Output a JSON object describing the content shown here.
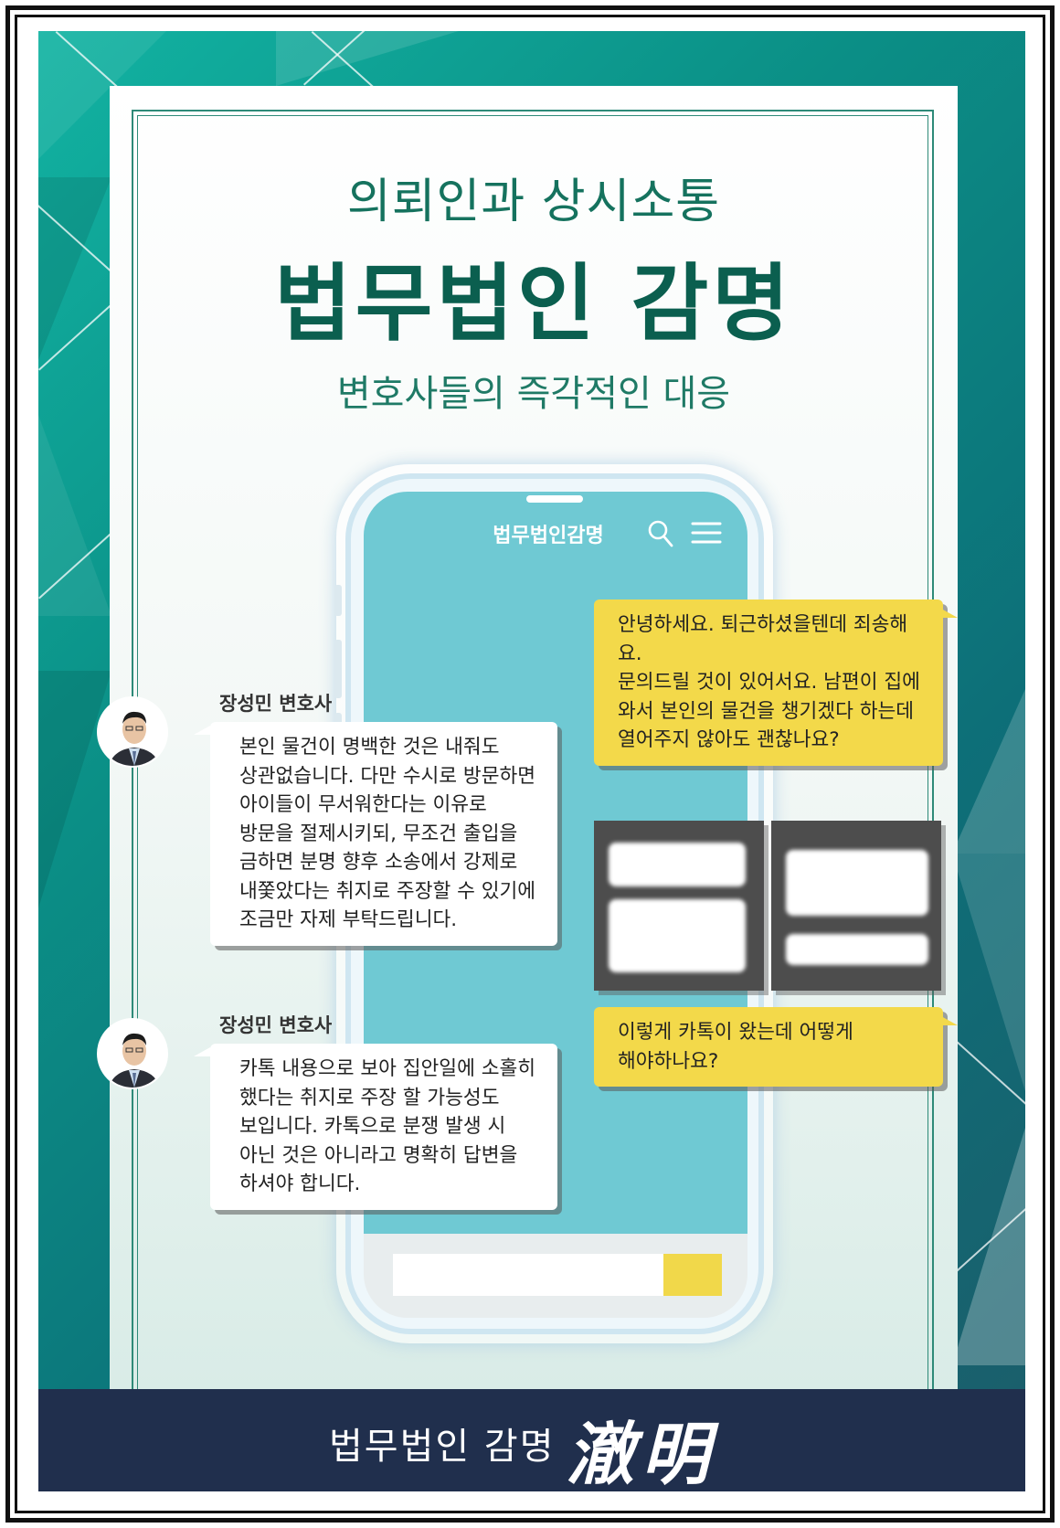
{
  "header": {
    "line1": "의뢰인과 상시소통",
    "line2": "법무법인 감명",
    "line3": "변호사들의 즉각적인 대응"
  },
  "phone": {
    "app_title": "법무법인감명",
    "icons": [
      "search-icon",
      "menu-icon"
    ]
  },
  "chat": {
    "client_message_1": [
      "안녕하세요. 퇴근하셨을텐데 죄송해요.",
      "문의드릴 것이 있어서요. 남편이 집에",
      "와서 본인의 물건을 챙기겠다 하는데",
      "열어주지 않아도 괜찮나요?"
    ],
    "lawyer_name_1": "장성민 변호사",
    "lawyer_reply_1": [
      "본인 물건이 명백한 것은 내줘도",
      "상관없습니다. 다만 수시로 방문하면",
      "아이들이 무서워한다는 이유로",
      "방문을 절제시키되, 무조건 출입을",
      "금하면 분명 향후 소송에서 강제로",
      "내쫓았다는 취지로 주장할 수 있기에",
      "조금만 자제 부탁드립니다."
    ],
    "client_message_2": [
      "이렇게 카톡이 왔는데 어떻게",
      "해야하나요?"
    ],
    "lawyer_name_2": "장성민 변호사",
    "lawyer_reply_2": [
      "카톡 내용으로 보아 집안일에 소홀히",
      "했다는 취지로 주장 할 가능성도",
      "보입니다. 카톡으로 분쟁 발생 시",
      "아닌 것은 아니라고 명확히 답변을",
      "하셔야 합니다."
    ]
  },
  "footer": {
    "name": "법무법인 감명",
    "logo": "澈明"
  },
  "colors": {
    "teal_dark": "#0b5f4f",
    "teal_bg": "#0b8f86",
    "screen": "#6fc9d3",
    "yellow": "#f3d94a",
    "navy": "#202f4d"
  }
}
